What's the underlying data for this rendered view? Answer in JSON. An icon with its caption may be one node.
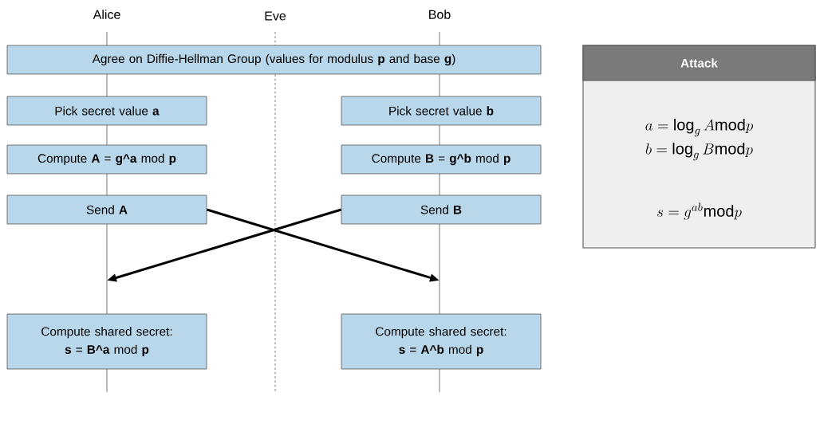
{
  "diagram": {
    "nodes": [
      {
        "text": [
          "Alice"
        ]
      },
      {
        "text": [
          "Eve"
        ]
      },
      {
        "text": [
          "Bob"
        ]
      },
      {
        "text": [
          "Agree on Diffie-Hellman Group (values for modulus **p** and base **g**)"
        ]
      },
      {
        "text": [
          "Pick secret value **a**"
        ]
      },
      {
        "text": [
          "Pick secret value **b**"
        ]
      },
      {
        "text": [
          "Compute **A** = **g^a** mod **p**"
        ]
      },
      {
        "text": [
          "Compute **B** = **g^b** mod **p**"
        ]
      },
      {
        "text": [
          "Send **A**"
        ]
      },
      {
        "text": [
          "Send **B**"
        ]
      },
      {
        "text": [
          "Compute shared secret:",
          "**s** = **B^a** mod **p**"
        ]
      },
      {
        "text": [
          "Compute shared secret:",
          "**s** = **A^b** mod **p**"
        ]
      },
      {
        "text": [
          "Attack",
          "a = \\log_g A \\mathrm{mod} p",
          "b = \\log_g B \\mathrm{mod} p",
          "s = g^{ab} \\mathrm{mod} p"
        ]
      }
    ],
    "edges": [
      {
        "from": 8,
        "to": null,
        "arrow": "to"
      },
      {
        "from": 9,
        "to": null,
        "arrow": "to"
      }
    ]
  }
}
